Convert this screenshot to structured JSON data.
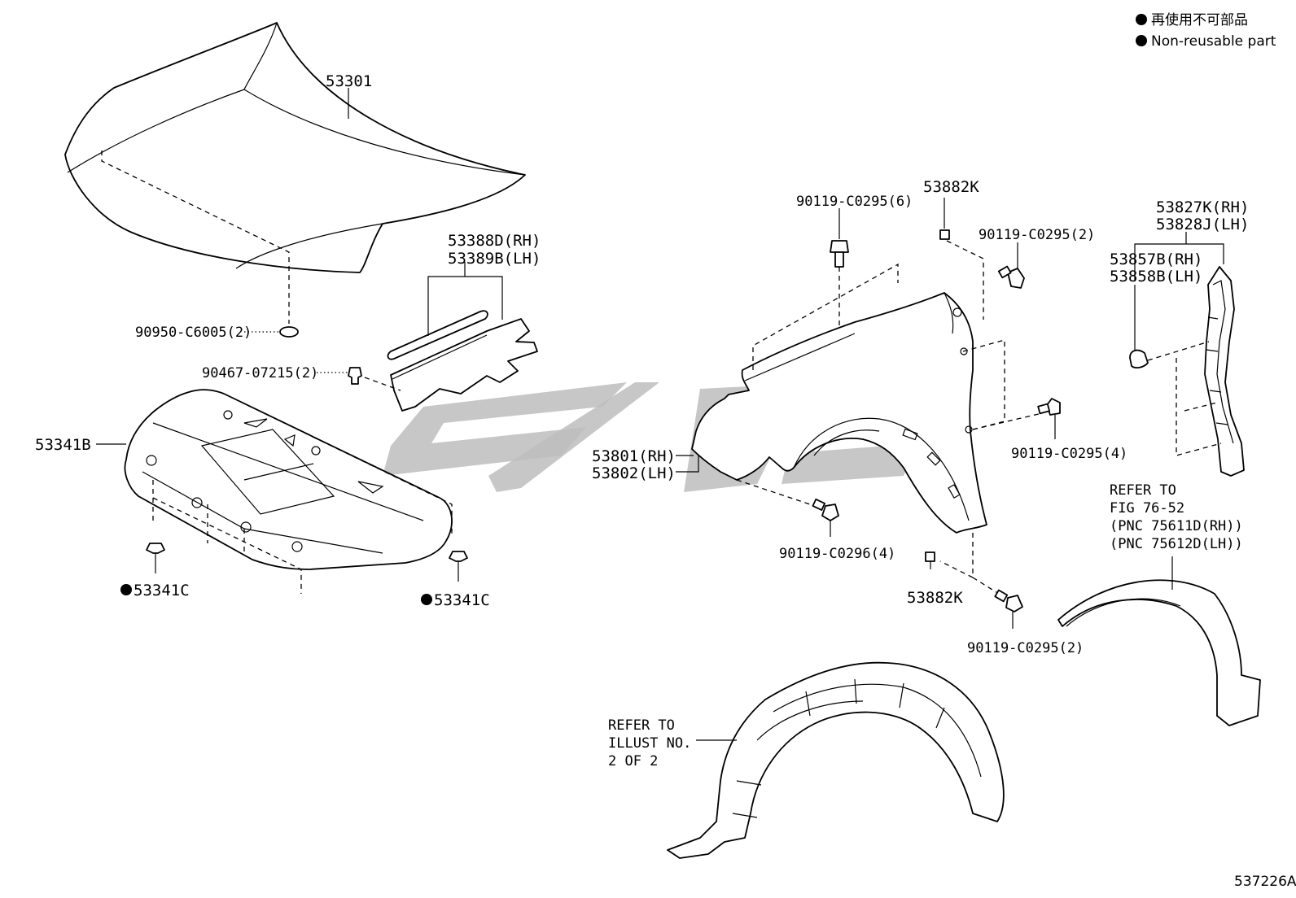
{
  "legend": {
    "marker": "●",
    "label_jp": "再使用不可部品",
    "label_en": "Non-reusable part"
  },
  "parts": {
    "hood": "53301",
    "hood_cushion": "90950-C6005(2)",
    "hood_seal_rh": "53388D(RH)",
    "hood_seal_lh": "53389B(LH)",
    "clip_screw": "90467-07215(2)",
    "insulator": "53341B",
    "clip_left": "53341C",
    "clip_right": "53341C",
    "bolt_top": "90119-C0295(6)",
    "nut_top": "53882K",
    "bolt_top_right": "90119-C0295(2)",
    "fender_rh": "53801(RH)",
    "fender_lh": "53802(LH)",
    "bolt_lower_left": "90119-C0296(4)",
    "nut_bottom": "53882K",
    "bolt_bottom_right": "90119-C0295(2)",
    "bolt_mid_right": "90119-C0295(4)",
    "seal_rh": "53827K(RH)",
    "seal_lh": "53828J(LH)",
    "retainer_rh": "53857B(RH)",
    "retainer_lh": "53858B(LH)"
  },
  "notes": {
    "refer_fig_1": "REFER TO",
    "refer_fig_2": "FIG 76-52",
    "refer_fig_3": "(PNC 75611D(RH))",
    "refer_fig_4": "(PNC 75612D(LH))",
    "refer_illust_1": "REFER TO",
    "refer_illust_2": "ILLUST NO.",
    "refer_illust_3": "2 OF 2"
  },
  "illustration_id": "537226A"
}
